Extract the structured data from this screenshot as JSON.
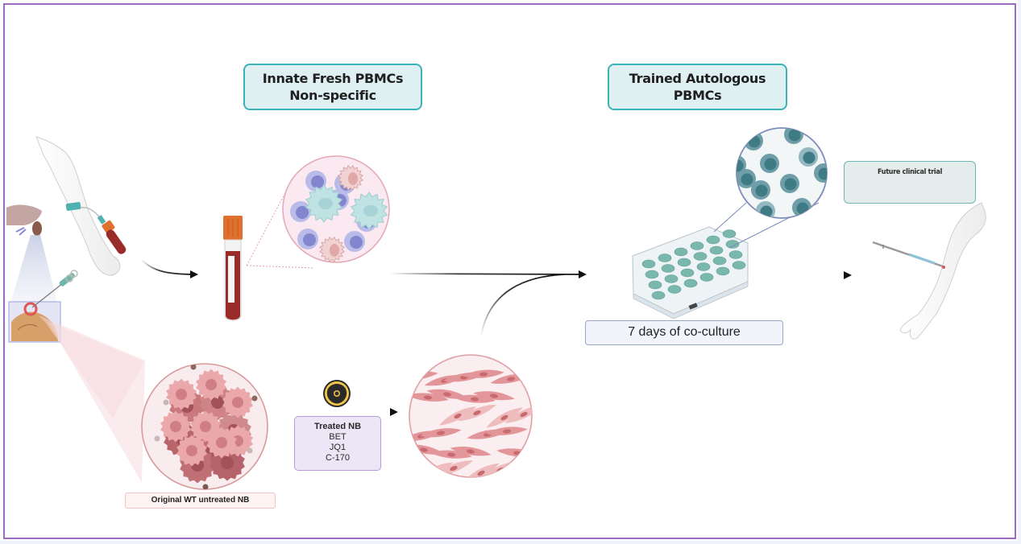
{
  "diagram": {
    "title_boxes": {
      "innate": {
        "line1": "Innate Fresh PBMCs",
        "line2": "Non-specific"
      },
      "trained": {
        "line1": "Trained Autologous",
        "line2": "PBMCs"
      }
    },
    "future_trial_label": "Future clinical trial",
    "coculture_label": "7 days of co-culture",
    "treated_box": {
      "title": "Treated NB",
      "items": [
        "BET",
        "JQ1",
        "C-170"
      ]
    },
    "original_label": "Original WT untreated NB",
    "icons": {
      "radiation": "radiation-hazard-icon",
      "blood_tube": "blood-collection-tube",
      "well_plate": "24-well-culture-plate",
      "syringe": "syringe-injection",
      "donor_arm": "arm-blood-draw",
      "recipient_arm": "arm-injection"
    },
    "colors": {
      "frame_border": "#9b6bc4",
      "teal_box_border": "#3ab3b8",
      "teal_box_fill": "#dff0f3",
      "blood": "#9a2b2b",
      "tube_cap": "#e0702e",
      "tumor_pink": "#e8a3a3",
      "pbmc_blue": "#8e8fd6",
      "trained_cell": "#3f7b85",
      "well_teal": "#6fb2a8"
    }
  }
}
